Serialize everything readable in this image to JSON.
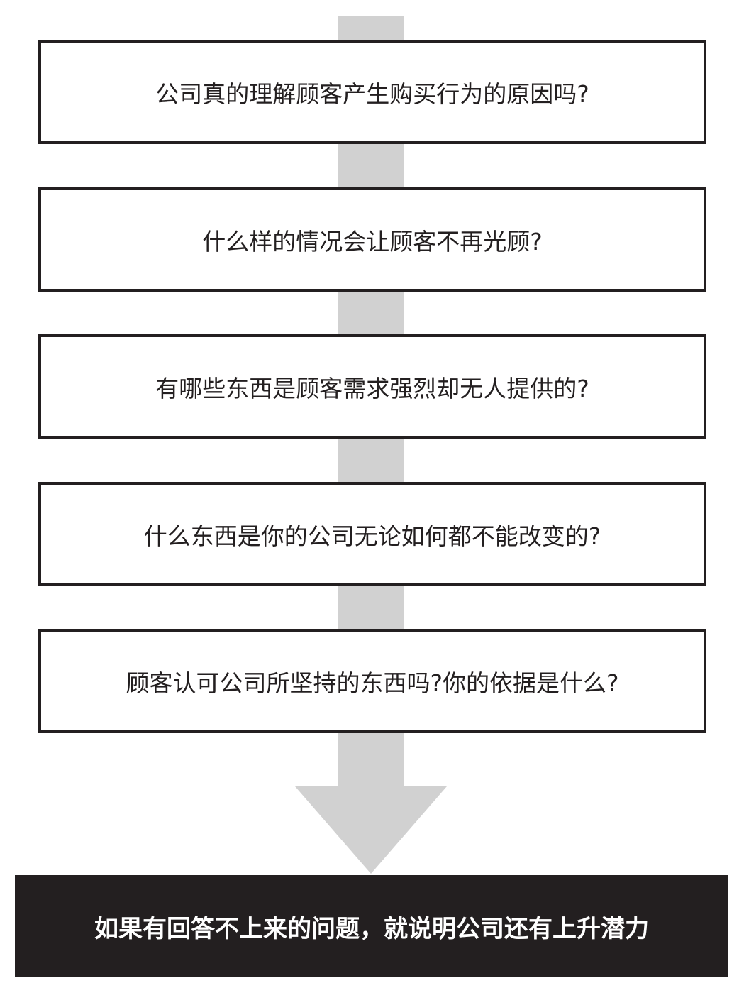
{
  "questions": [
    "公司真的理解顾客产生购买行为的原因吗?",
    "什么样的情况会让顾客不再光顾?",
    "有哪些东西是顾客需求强烈却无人提供的?",
    "什么东西是你的公司无论如何都不能改变的?",
    "顾客认可公司所坚持的东西吗?你的依据是什么?"
  ],
  "conclusion": "如果有回答不上来的问题，就说明公司还有上升潜力",
  "colors": {
    "arrow": "#d1d1d1",
    "border": "#231f20",
    "conclusion_bg": "#231f20"
  }
}
